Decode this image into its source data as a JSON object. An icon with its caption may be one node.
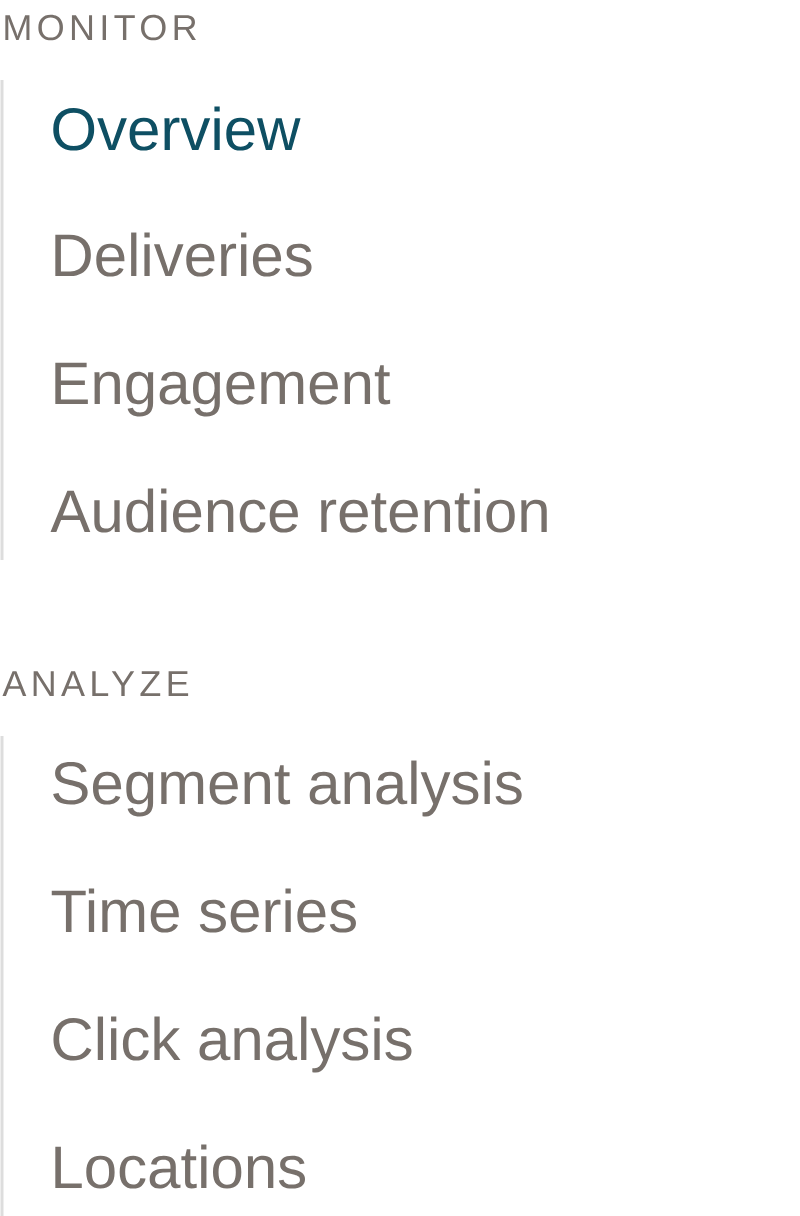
{
  "diagram": {
    "labels": [
      "MONITOR",
      "Overview",
      "Deliveries",
      "Engagement",
      "Audience retention",
      "ANALYZE",
      "Segment analysis",
      "Time series",
      "Click analysis",
      "Locations"
    ]
  }
}
